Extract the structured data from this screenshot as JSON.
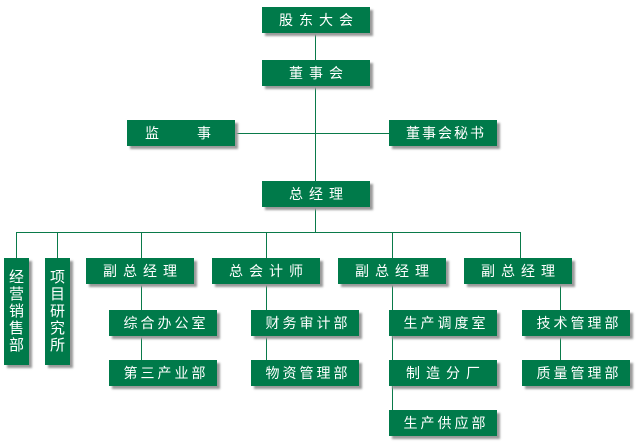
{
  "nodes": {
    "shareholders": "股东大会",
    "board": "董事会",
    "supervisor": "监　事",
    "board_secretary": "董事会秘书",
    "gm": "总经理",
    "sales": "经营销售部",
    "research": "项目研究所",
    "vgm1": "副总经理",
    "cfo": "总会计师",
    "vgm2": "副总经理",
    "vgm3": "副总经理",
    "general_office": "综合办公室",
    "tertiary": "第三产业部",
    "audit": "财务审计部",
    "materials": "物资管理部",
    "dispatch": "生产调度室",
    "factory": "制造分厂",
    "supply": "生产供应部",
    "tech": "技术管理部",
    "quality": "质量管理部"
  },
  "colors": {
    "box": "#007a4a",
    "line": "#0a7a4a"
  }
}
